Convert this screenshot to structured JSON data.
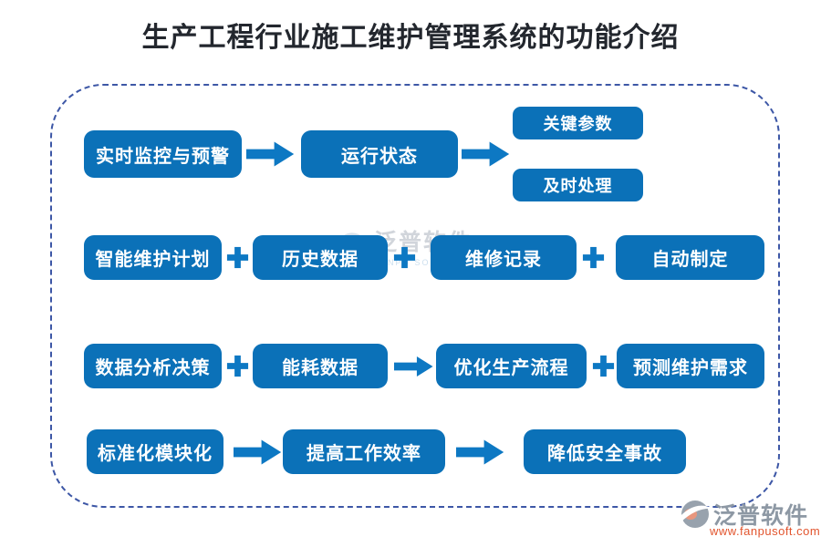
{
  "title": "生产工程行业施工维护管理系统的功能介绍",
  "colors": {
    "node_blue": "#0b71b8",
    "connector_blue": "#0d78c3",
    "frame_navy": "#3d57a6",
    "title_dark": "#23272e",
    "logo_grey": "#8d98a4",
    "logo_url_orange": "#e2552e"
  },
  "diagram": {
    "row1": {
      "node1": "实时监控与预警",
      "node2": "运行状态",
      "branch1": "关键参数",
      "branch2": "及时处理"
    },
    "row2": {
      "node1": "智能维护计划",
      "node2": "历史数据",
      "node3": "维修记录",
      "node4": "自动制定"
    },
    "row3": {
      "node1": "数据分析决策",
      "node2": "能耗数据",
      "node3": "优化生产流程",
      "node4": "预测维护需求"
    },
    "row4": {
      "node1": "标准化模块化",
      "node2": "提高工作效率",
      "node3": "降低安全事故"
    }
  },
  "watermark": {
    "name": "泛普软件",
    "sub": "FANPU SOFTWARE"
  },
  "logo": {
    "name": "泛普软件",
    "url": "www.fanpusoft.com"
  }
}
